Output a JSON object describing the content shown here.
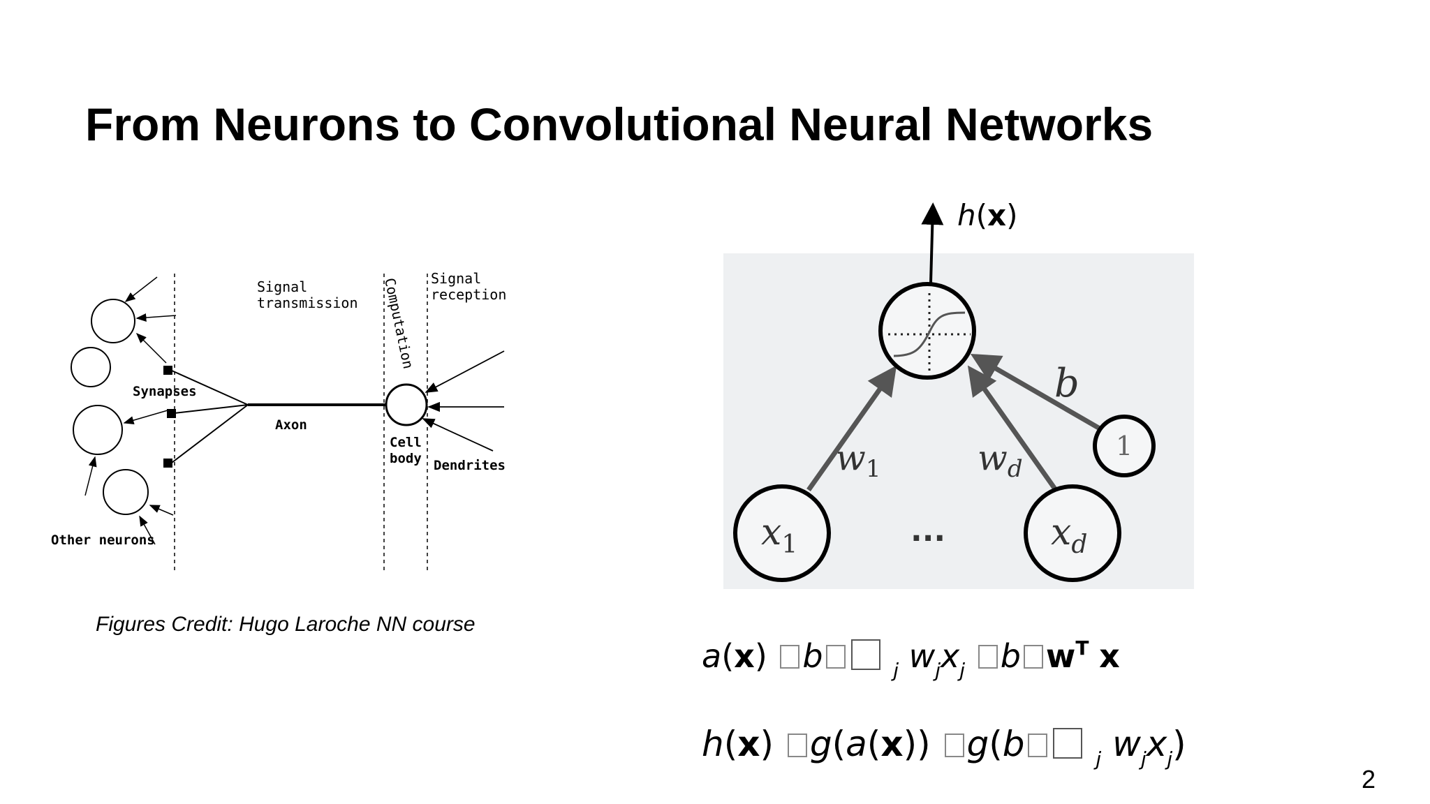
{
  "slide": {
    "title": "From Neurons to Convolutional Neural Networks",
    "credit": "Figures Credit: Hugo Laroche NN course",
    "page_number": "2"
  },
  "bio_figure": {
    "labels": {
      "signal_transmission_1": "Signal",
      "signal_transmission_2": "transmission",
      "computation": "Computation",
      "signal_reception_1": "Signal",
      "signal_reception_2": "reception",
      "synapses": "Synapses",
      "axon": "Axon",
      "cell_body_1": "Cell",
      "cell_body_2": "body",
      "dendrites": "Dendrites",
      "other_neurons": "Other neurons"
    }
  },
  "model_figure": {
    "output_label_fn": "h",
    "output_label_arg": "x",
    "bias_label": "b",
    "weight_1": "w",
    "weight_1_sub": "1",
    "weight_d": "w",
    "weight_d_sub": "d",
    "input_1": "x",
    "input_1_sub": "1",
    "input_d": "x",
    "input_d_sub": "d",
    "bias_node": "1",
    "ellipsis": "...",
    "background_color": "#eef0f2"
  },
  "equations": {
    "eq1": {
      "lhs_fn": "a",
      "lhs_arg": "x",
      "b1": "b",
      "sum_sub": "j",
      "w": "w",
      "w_sub": "j",
      "x": "x",
      "x_sub": "j",
      "b2": "b",
      "wT": "w",
      "T": "T",
      "xv": "x"
    },
    "eq2": {
      "lhs_fn": "h",
      "lhs_arg": "x",
      "g1": "g",
      "a": "a",
      "x_in": "x",
      "g2": "g",
      "b": "b",
      "sum_sub": "j",
      "w": "w",
      "w_sub": "j",
      "x": "x",
      "x_sub": "j"
    }
  }
}
